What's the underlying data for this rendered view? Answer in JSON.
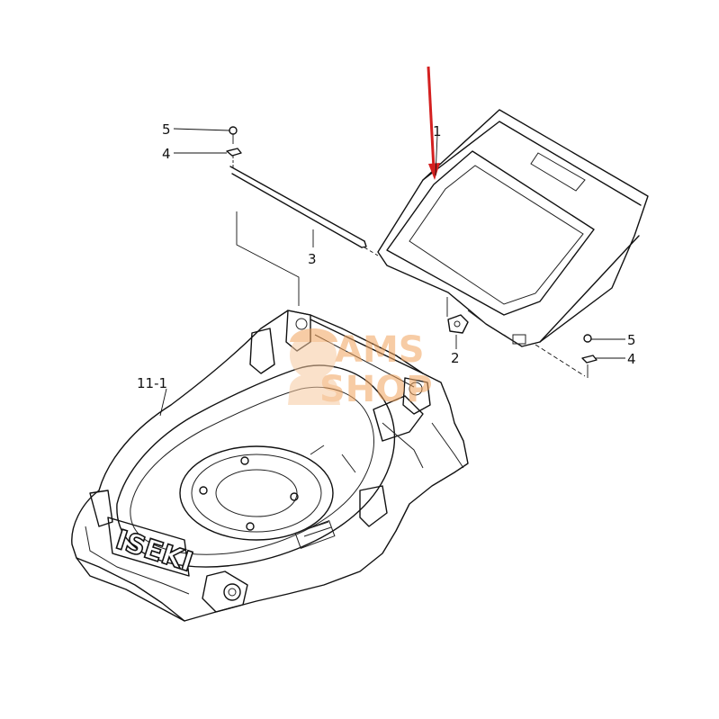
{
  "diagram": {
    "callouts": {
      "part_1": "1",
      "part_2": "2",
      "part_3": "3",
      "part_4_left": "4",
      "part_5_left": "5",
      "part_4_right": "4",
      "part_5_right": "5",
      "part_11_1": "11-1"
    },
    "deck_brand": "ISEKI",
    "watermark": {
      "line1": "AMS",
      "line2": "SHOP"
    },
    "colors": {
      "highlight_arrow": "#d42020",
      "watermark": "#f2a35c",
      "line": "#111111"
    },
    "highlighted_part": "1"
  }
}
